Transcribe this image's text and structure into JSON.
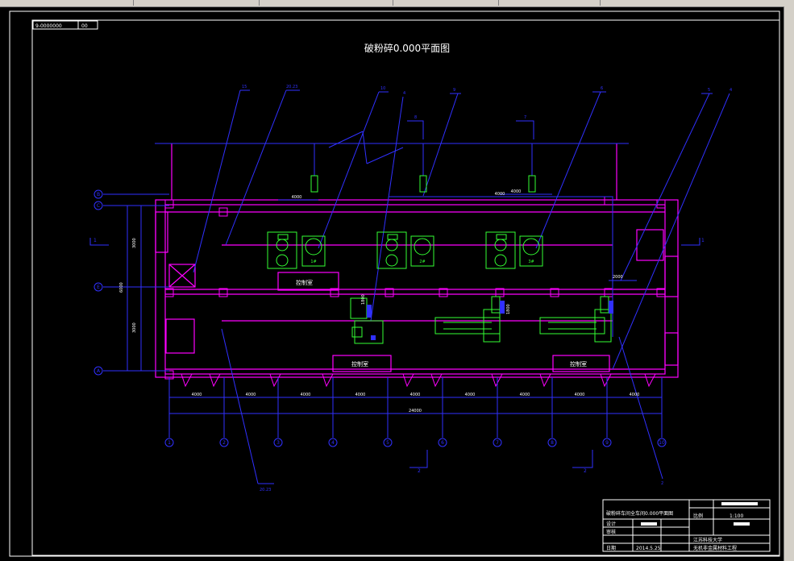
{
  "drawing": {
    "title": "破粉碎0.000平面图",
    "tag_left": "9-0000000",
    "tag_right": "00",
    "rooms": [
      "控制室",
      "控制室",
      "控制室"
    ],
    "machines": [
      "1#",
      "2#",
      "3#"
    ],
    "dims_top": [
      "4000",
      "4000",
      "4000"
    ],
    "dims_right": [
      "2000",
      "1800",
      "1800"
    ],
    "dims_bottom": [
      "4000",
      "4000",
      "4000",
      "4000",
      "4000",
      "4000",
      "4000",
      "4000",
      "4000"
    ],
    "dim_total": "24000",
    "dims_left": [
      "3000",
      "3000",
      "6000"
    ],
    "row_axes": [
      "B",
      "C",
      "E",
      "A"
    ],
    "col_axes": [
      "1",
      "2",
      "3",
      "4",
      "5",
      "6",
      "7",
      "8",
      "9",
      "10"
    ],
    "section_marks": [
      "1",
      "1",
      "2",
      "2"
    ],
    "leaders": [
      "15",
      "20.23",
      "10",
      "4",
      "9",
      "8",
      "7",
      "6",
      "5",
      "4",
      "20.23",
      "2"
    ]
  },
  "title_block": {
    "name": "破粉碎车间全车间0.000平面图",
    "scale_label": "比例",
    "scale": "1:100",
    "designer_label": "设计",
    "checker_label": "审核",
    "date_label": "日期",
    "date": "2014.5.25",
    "school": "江苏科技大学",
    "dept": "无机非金属材料工程"
  }
}
